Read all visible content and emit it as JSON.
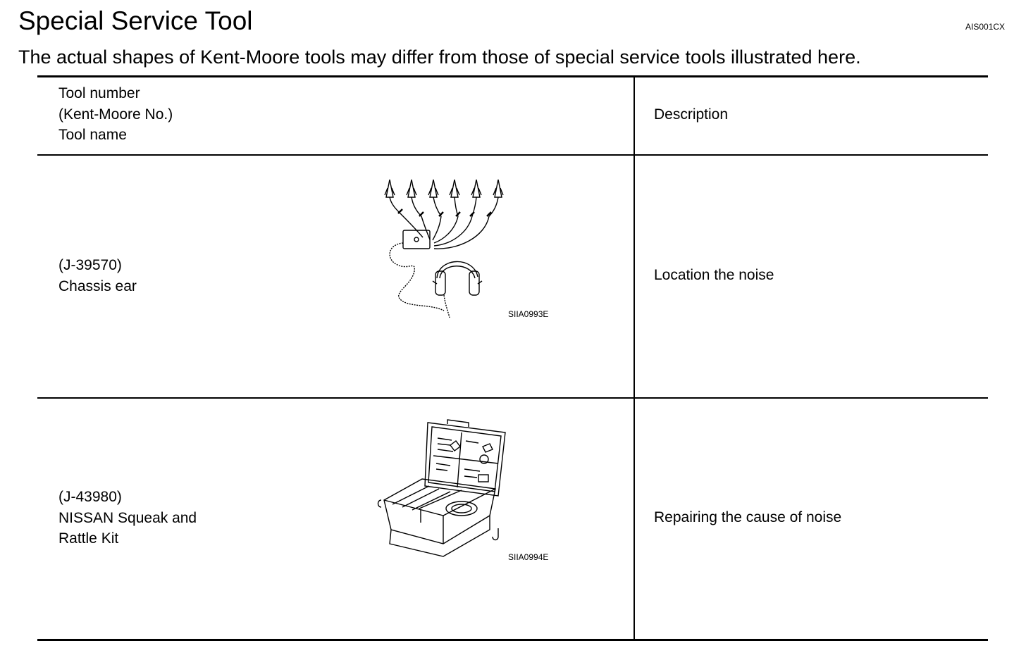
{
  "page": {
    "title": "Special Service Tool",
    "reference_code": "AIS001CX",
    "subtitle": "The actual shapes of Kent-Moore tools may differ from those of special service tools illustrated here."
  },
  "table": {
    "headers": {
      "tool_lines": [
        "Tool number",
        "(Kent-Moore No.)",
        "Tool name"
      ],
      "description": "Description"
    },
    "rows": [
      {
        "tool_lines": [
          "(J-39570)",
          "Chassis ear"
        ],
        "figure_code": "SIIA0993E",
        "figure_icon": "chassis-ear-illustration-icon",
        "description": "Location the noise"
      },
      {
        "tool_lines": [
          "(J-43980)",
          "NISSAN Squeak and",
          "Rattle Kit"
        ],
        "figure_code": "SIIA0994E",
        "figure_icon": "squeak-rattle-kit-illustration-icon",
        "description": "Repairing the cause of noise"
      }
    ]
  }
}
